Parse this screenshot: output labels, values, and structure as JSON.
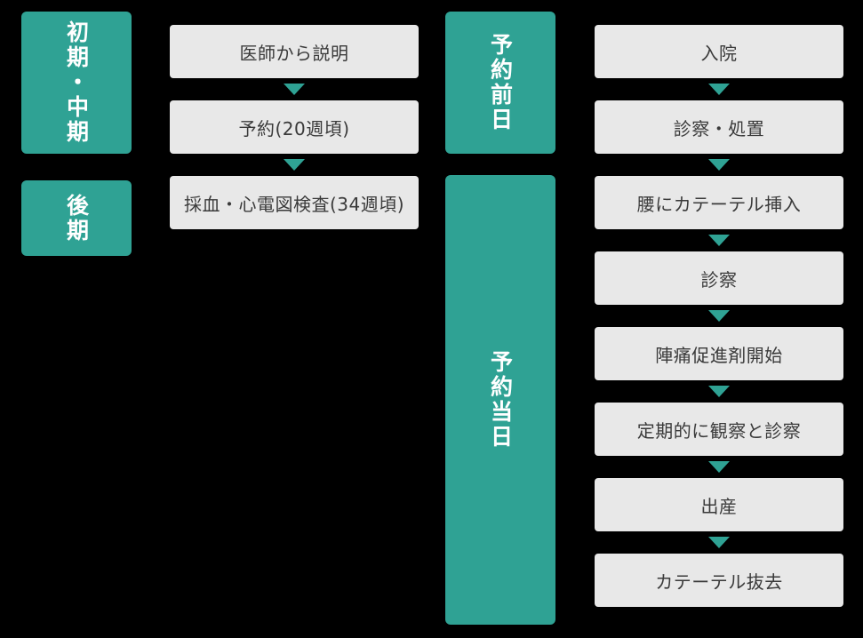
{
  "figure": {
    "background_color": "#000000",
    "accent_color": "#2FA294",
    "step_box_color": "#E8E8E8",
    "step_text_color": "#3A3A3A",
    "phase_text_color": "#FFFFFF"
  },
  "left_flow": {
    "phases": [
      "初期・中期",
      "後期"
    ],
    "steps": [
      "医師から説明",
      "予約(20週頃)",
      "採血・心電図検査(34週頃)"
    ]
  },
  "right_flow": {
    "phases": [
      "予約前日",
      "予約当日"
    ],
    "steps": [
      "入院",
      "診察・処置",
      "腰にカテーテル挿入",
      "診察",
      "陣痛促進剤開始",
      "定期的に観察と診察",
      "出産",
      "カテーテル抜去"
    ]
  }
}
